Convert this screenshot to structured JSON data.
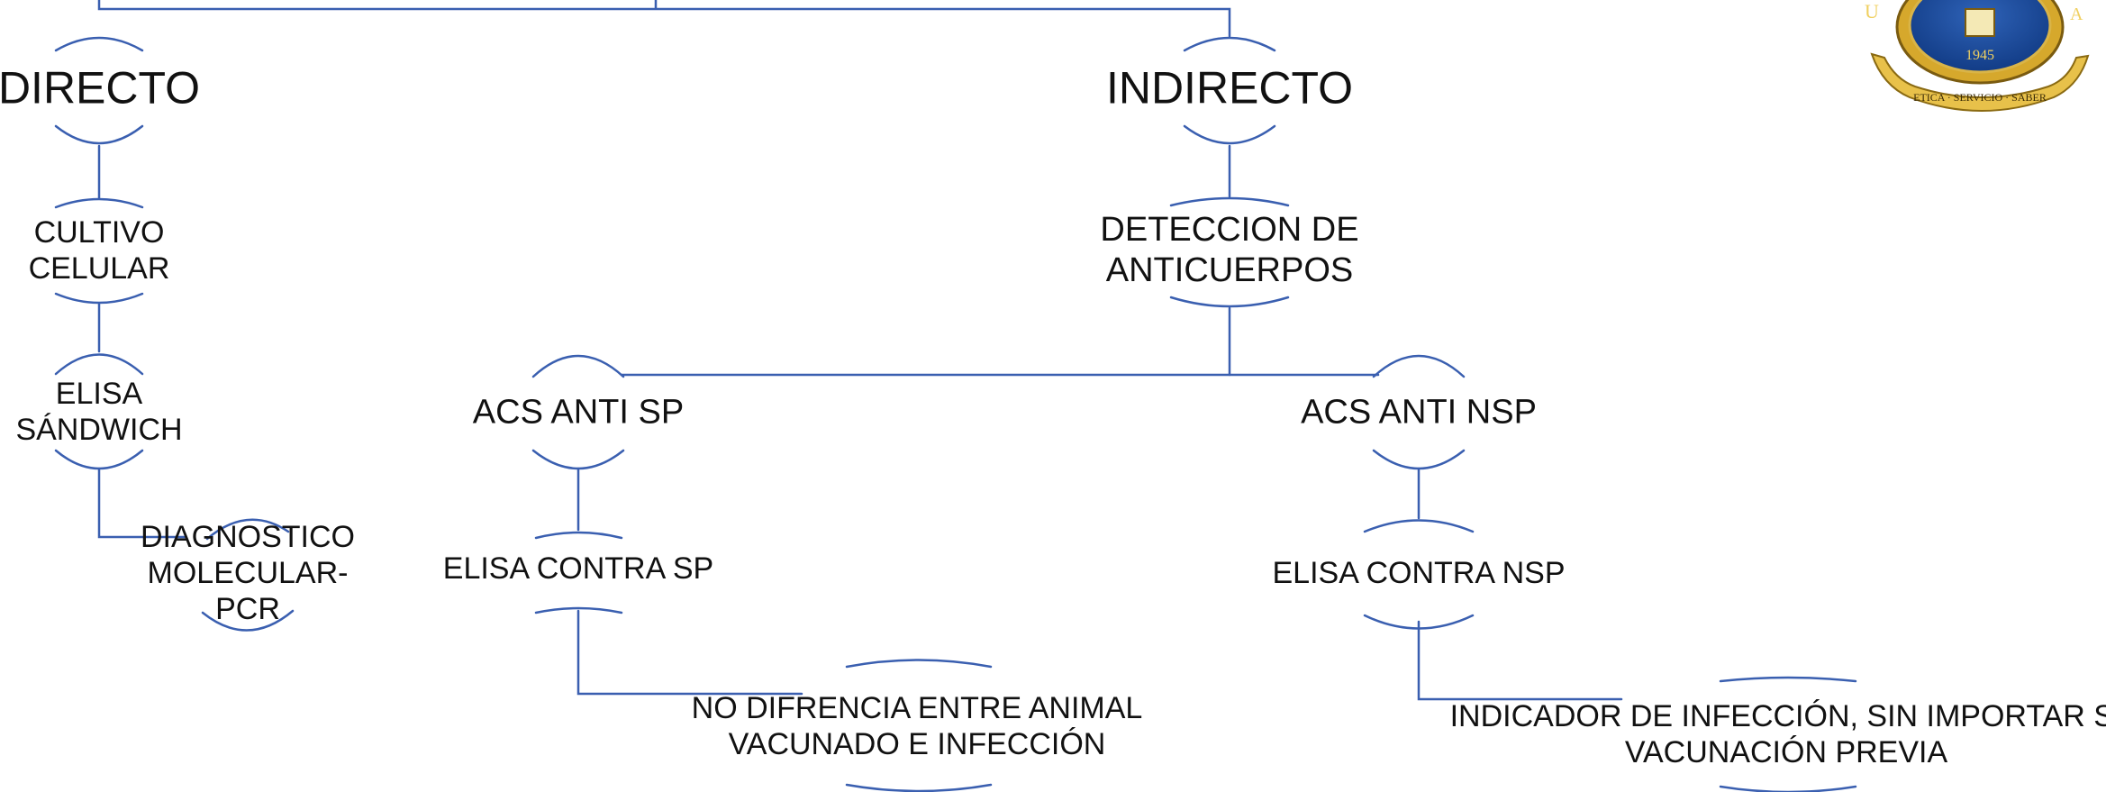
{
  "colors": {
    "line": "#3a5fb0",
    "text": "#111111"
  },
  "nodes": {
    "directo": {
      "lines": [
        "DIRECTO"
      ]
    },
    "indirecto": {
      "lines": [
        "INDIRECTO"
      ]
    },
    "cultivo": {
      "lines": [
        "CULTIVO",
        "CELULAR"
      ]
    },
    "elisa_sandwich": {
      "lines": [
        "ELISA",
        "SÁNDWICH"
      ]
    },
    "diagnostico": {
      "lines": [
        "DIAGNOSTICO",
        "MOLECULAR-",
        "PCR"
      ]
    },
    "deteccion": {
      "lines": [
        "DETECCION DE",
        "ANTICUERPOS"
      ]
    },
    "acs_sp": {
      "lines": [
        "ACS ANTI SP"
      ]
    },
    "acs_nsp": {
      "lines": [
        "ACS ANTI NSP"
      ]
    },
    "elisa_sp": {
      "lines": [
        "ELISA  CONTRA SP"
      ]
    },
    "elisa_nsp": {
      "lines": [
        "ELISA  CONTRA NSP"
      ]
    },
    "no_diferencia": {
      "lines": [
        "NO DIFRENCIA ENTRE ANIMAL",
        "VACUNADO E INFECCIÓN"
      ]
    },
    "indicador": {
      "lines": [
        "INDICADOR DE INFECCIÓN, SIN IMPORTAR SI",
        "VACUNACIÓN PREVIA"
      ]
    }
  },
  "seal": {
    "year": "1945",
    "motto": "ETICA · SERVICIO · SABER"
  }
}
